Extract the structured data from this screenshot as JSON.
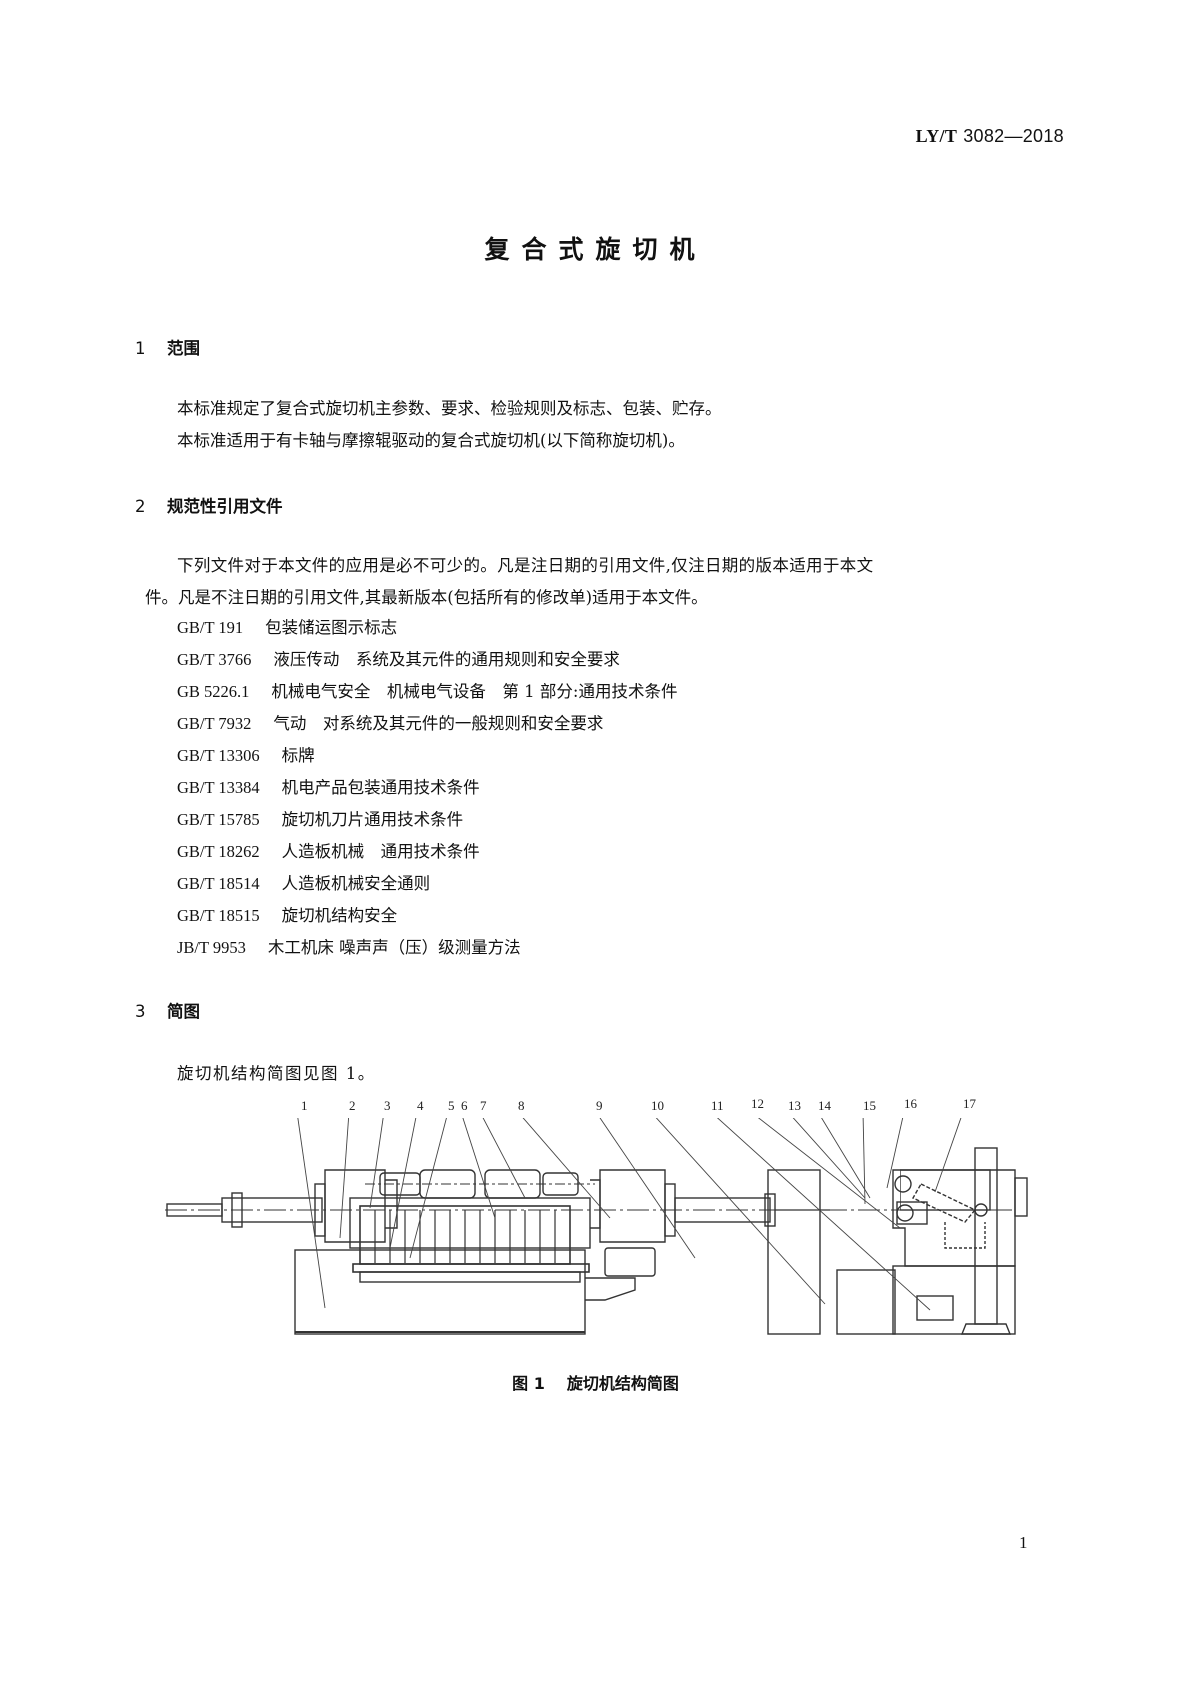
{
  "header": {
    "standard_prefix": "LY/T",
    "standard_number": "3082—2018"
  },
  "title": "复合式旋切机",
  "sections": [
    {
      "number": "1",
      "heading": "范围",
      "paragraphs": [
        "本标准规定了复合式旋切机主参数、要求、检验规则及标志、包装、贮存。",
        "本标准适用于有卡轴与摩擦辊驱动的复合式旋切机(以下简称旋切机)。"
      ]
    },
    {
      "number": "2",
      "heading": "规范性引用文件",
      "intro_line1": "下列文件对于本文件的应用是必不可少的。凡是注日期的引用文件,仅注日期的版本适用于本文",
      "intro_line2": "件。凡是不注日期的引用文件,其最新版本(包括所有的修改单)适用于本文件。",
      "references": [
        {
          "code": "GB/T 191",
          "title": "包装储运图示标志"
        },
        {
          "code": "GB/T 3766",
          "title": "液压传动　系统及其元件的通用规则和安全要求"
        },
        {
          "code": "GB 5226.1",
          "title": "机械电气安全　机械电气设备　第 1 部分:通用技术条件"
        },
        {
          "code": "GB/T 7932",
          "title": "气动　对系统及其元件的一般规则和安全要求"
        },
        {
          "code": "GB/T 13306",
          "title": "标牌"
        },
        {
          "code": "GB/T 13384",
          "title": "机电产品包装通用技术条件"
        },
        {
          "code": "GB/T 15785",
          "title": "旋切机刀片通用技术条件"
        },
        {
          "code": "GB/T 18262",
          "title": "人造板机械　通用技术条件"
        },
        {
          "code": "GB/T 18514",
          "title": "人造板机械安全通则"
        },
        {
          "code": "GB/T 18515",
          "title": "旋切机结构安全"
        },
        {
          "code": "JB/T 9953",
          "title": "木工机床 噪声声（压）级测量方法"
        }
      ]
    },
    {
      "number": "3",
      "heading": "简图",
      "paragraphs": [
        "旋切机结构简图见图 1。"
      ]
    }
  ],
  "figure": {
    "labels": [
      "1",
      "2",
      "3",
      "4",
      "5",
      "6",
      "7",
      "8",
      "9",
      "10",
      "11",
      "12",
      "13",
      "14",
      "15",
      "16",
      "17"
    ],
    "caption_number": "图 1",
    "caption_title": "旋切机结构简图"
  },
  "page_number": "1"
}
